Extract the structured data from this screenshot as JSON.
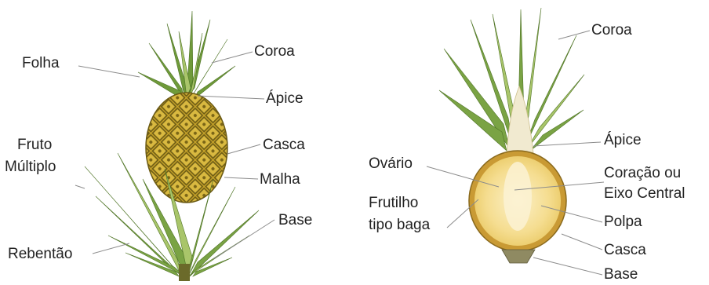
{
  "left_pineapple": {
    "labels": {
      "folha": "Folha",
      "coroa": "Coroa",
      "apice": "Ápice",
      "fruto_line1": "Fruto",
      "fruto_line2": "Múltiplo",
      "casca": "Casca",
      "malha": "Malha",
      "base": "Base",
      "rebentao": "Rebentão"
    }
  },
  "right_pineapple": {
    "labels": {
      "coroa": "Coroa",
      "apice": "Ápice",
      "ovario": "Ovário",
      "coracao_line1": "Coração ou",
      "coracao_line2": "Eixo Central",
      "frutilho_line1": "Frutilho",
      "frutilho_line2": "tipo baga",
      "polpa": "Polpa",
      "casca": "Casca",
      "base": "Base"
    }
  },
  "colors": {
    "leaf_green": "#6f9a3a",
    "leaf_light": "#a9c56a",
    "fruit_gold": "#c9a52a",
    "fruit_dark": "#6b5a14",
    "flesh": "#f6e3a0",
    "flesh_core": "#fbf0c8",
    "rind": "#b58a2c"
  }
}
